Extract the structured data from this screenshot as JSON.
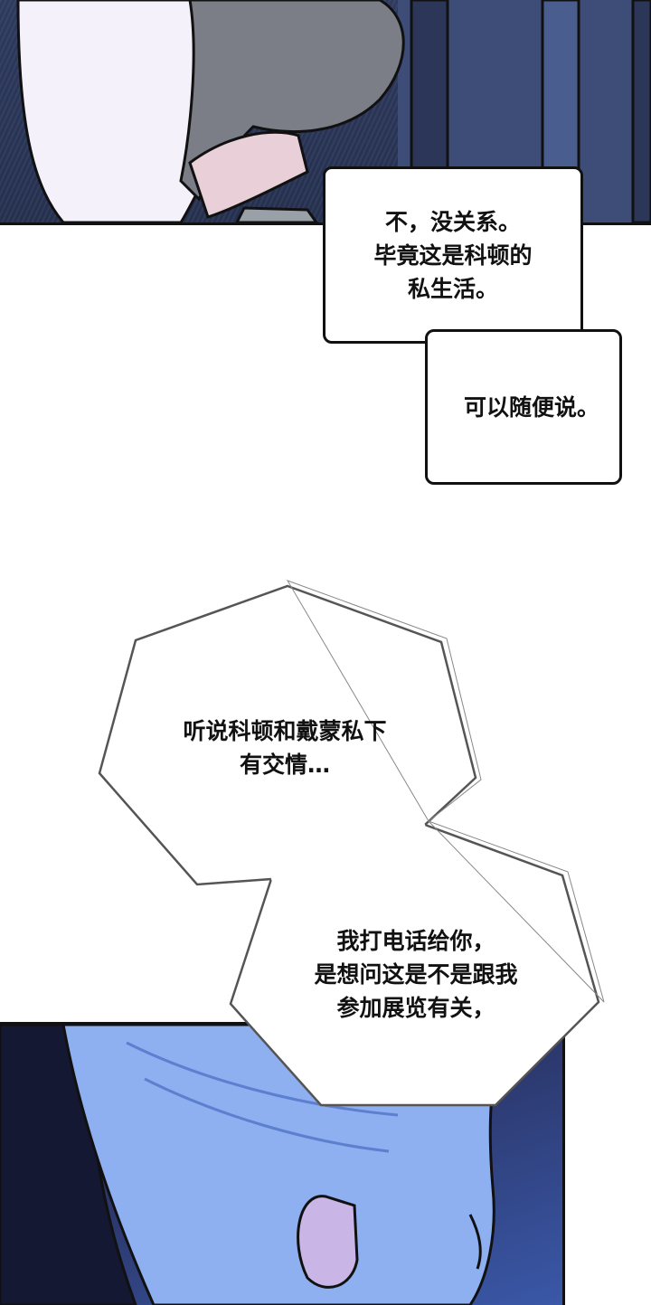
{
  "dialogue": {
    "line1": "不，没关系。",
    "line2": "毕竟这是科顿的",
    "line3": "私生活。",
    "line4": "可以随便说。"
  },
  "thought1": {
    "line1": "听说科顿和戴蒙私下",
    "line2": "有交情…"
  },
  "thought2": {
    "line1": "我打电话给你，",
    "line2": "是想问这是不是跟我",
    "line3": "参加展览有关，"
  }
}
